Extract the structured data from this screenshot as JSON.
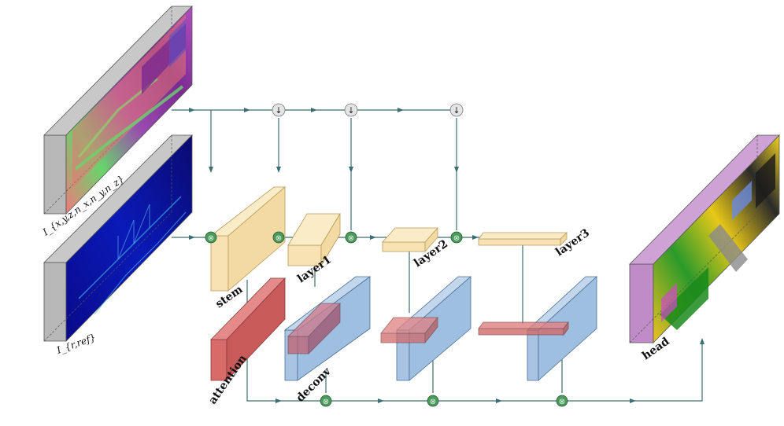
{
  "inputs": {
    "geometry_label": "I_{x,y,z,n_x,n_y,n_z}",
    "reflectance_label": "I_{r,ref}"
  },
  "blocks": {
    "stem": "stem",
    "layer1": "layer1",
    "layer2": "layer2",
    "layer3": "layer3",
    "attention": "attention",
    "deconv": "deconv",
    "head": "head"
  },
  "ops": {
    "downsample_symbol": "↓",
    "fuse_symbol": "⊗"
  },
  "colors": {
    "encoder": "#f8e2b4",
    "attention": "#d86a6a",
    "deconv": "#9fbfe0",
    "input_frame": "#b8b8b8",
    "output_frame": "#c08cc8",
    "fuse_node": "#4a9a5a",
    "downsample_node": "#e4e4e4",
    "flow_line": "#3b6e72"
  }
}
